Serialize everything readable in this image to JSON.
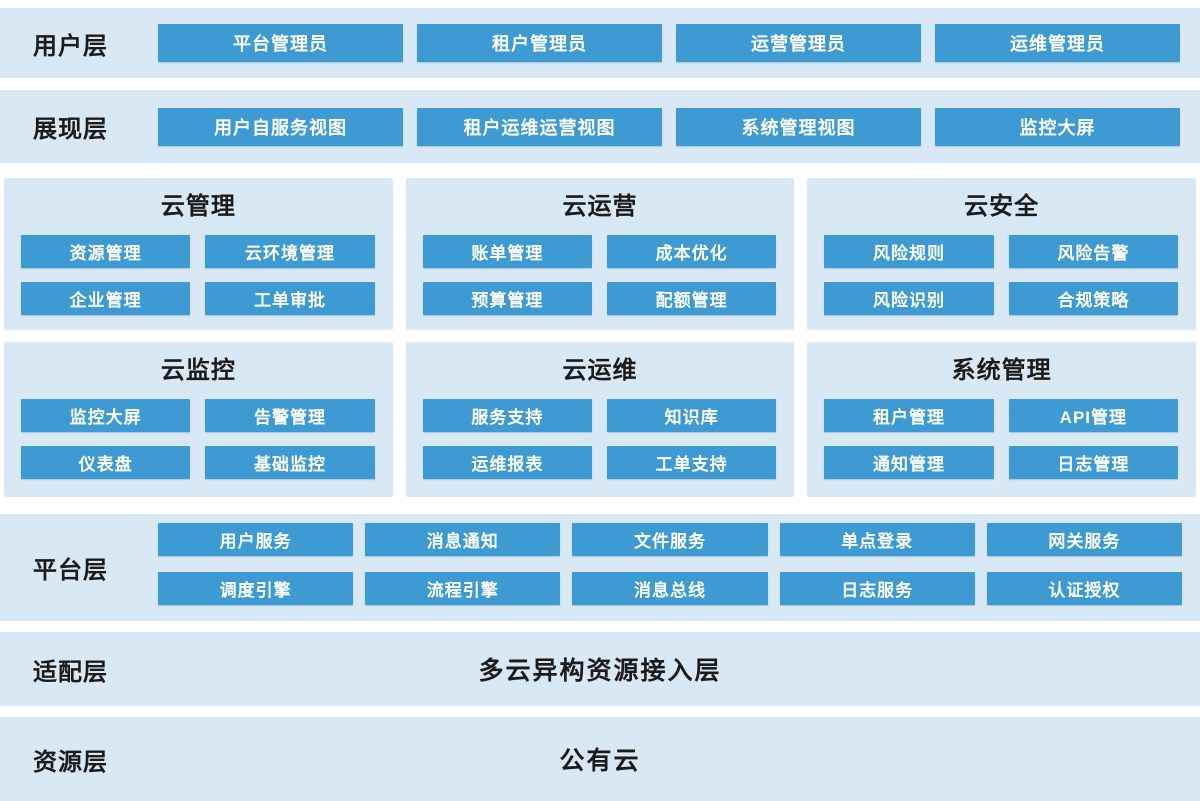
{
  "colors": {
    "band_background": "#d8e8f5",
    "box_background": "#3d9ad3",
    "box_text": "#ffffff",
    "label_text": "#1b1b1b",
    "page_background": "#ffffff"
  },
  "layers": {
    "user": {
      "label": "用户层",
      "buttons": [
        "平台管理员",
        "租户管理员",
        "运营管理员",
        "运维管理员"
      ]
    },
    "presentation": {
      "label": "展现层",
      "buttons": [
        "用户自服务视图",
        "租户运维运营视图",
        "系统管理视图",
        "监控大屏"
      ]
    },
    "modules_row1": [
      {
        "title": "云管理",
        "buttons": [
          "资源管理",
          "云环境管理",
          "企业管理",
          "工单审批"
        ]
      },
      {
        "title": "云运营",
        "buttons": [
          "账单管理",
          "成本优化",
          "预算管理",
          "配额管理"
        ]
      },
      {
        "title": "云安全",
        "buttons": [
          "风险规则",
          "风险告警",
          "风险识别",
          "合规策略"
        ]
      }
    ],
    "modules_row2": [
      {
        "title": "云监控",
        "buttons": [
          "监控大屏",
          "告警管理",
          "仪表盘",
          "基础监控"
        ]
      },
      {
        "title": "云运维",
        "buttons": [
          "服务支持",
          "知识库",
          "运维报表",
          "工单支持"
        ]
      },
      {
        "title": "系统管理",
        "buttons": [
          "租户管理",
          "API管理",
          "通知管理",
          "日志管理"
        ]
      }
    ],
    "platform": {
      "label": "平台层",
      "buttons": [
        "用户服务",
        "消息通知",
        "文件服务",
        "单点登录",
        "网关服务",
        "调度引擎",
        "流程引擎",
        "消息总线",
        "日志服务",
        "认证授权"
      ]
    },
    "adapter": {
      "label": "适配层",
      "title": "多云异构资源接入层"
    },
    "resource": {
      "label": "资源层",
      "title": "公有云"
    }
  }
}
